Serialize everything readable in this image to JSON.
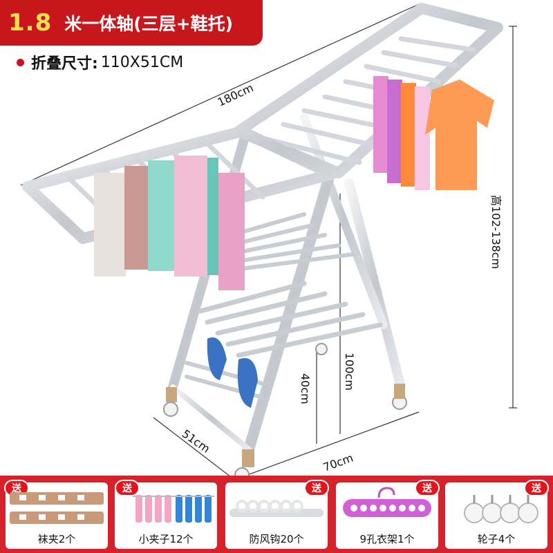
{
  "header": {
    "model_number": "1.8",
    "title": "米一体轴(三层+鞋托)"
  },
  "folded_size": {
    "label": "折叠尺寸:",
    "value": "110X51CM"
  },
  "dimensions": {
    "length": "180cm",
    "height": "高102-138cm",
    "mid_height": "100cm",
    "lower_height": "40cm",
    "depth": "51cm",
    "width": "70cm"
  },
  "gifts": {
    "badge": "送",
    "items": [
      {
        "label": "袜夹2个",
        "icon": "sock-clip-strip"
      },
      {
        "label": "小夹子12个",
        "icon": "clothes-pegs"
      },
      {
        "label": "防风钩20个",
        "icon": "windproof-hooks"
      },
      {
        "label": "9孔衣架1个",
        "icon": "nine-hole-hanger"
      },
      {
        "label": "轮子4个",
        "icon": "caster-wheels"
      }
    ]
  },
  "colors": {
    "banner_red": "#c8161d",
    "gift_row_red": "#d6222a",
    "model_number_yellow": "#ffe14d",
    "frame_steel": "#c9ccd2"
  }
}
